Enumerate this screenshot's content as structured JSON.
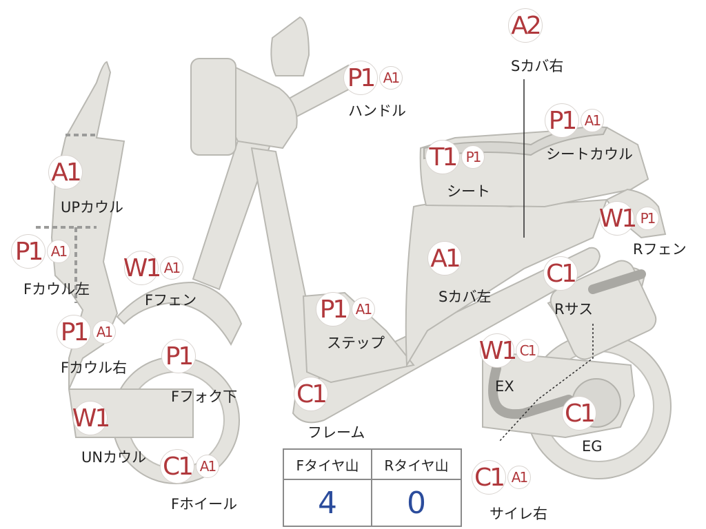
{
  "parts": [
    {
      "id": "a2-sukaba-migi",
      "codes": [
        "A2"
      ],
      "label": "Sカバ右"
    },
    {
      "id": "handle",
      "codes": [
        "P1",
        "A1"
      ],
      "label": "ハンドル"
    },
    {
      "id": "seat-cowl",
      "codes": [
        "P1",
        "A1"
      ],
      "label": "シートカウル"
    },
    {
      "id": "seat",
      "codes": [
        "T1",
        "P1"
      ],
      "label": "シート"
    },
    {
      "id": "up-cowl",
      "codes": [
        "A1"
      ],
      "label": "UPカウル"
    },
    {
      "id": "r-fender",
      "codes": [
        "W1",
        "P1"
      ],
      "label": "Rフェン"
    },
    {
      "id": "f-cowl-left",
      "codes": [
        "P1",
        "A1"
      ],
      "label": "Fカウル左"
    },
    {
      "id": "f-fender",
      "codes": [
        "W1",
        "A1"
      ],
      "label": "Fフェン"
    },
    {
      "id": "s-cover-left",
      "codes": [
        "A1"
      ],
      "label": "Sカバ左"
    },
    {
      "id": "r-sus",
      "codes": [
        "C1"
      ],
      "label": "Rサス"
    },
    {
      "id": "step",
      "codes": [
        "P1",
        "A1"
      ],
      "label": "ステップ"
    },
    {
      "id": "f-cowl-right",
      "codes": [
        "P1",
        "A1"
      ],
      "label": "Fカウル右"
    },
    {
      "id": "f-fork-lower",
      "codes": [
        "P1"
      ],
      "label": "Fフォク下"
    },
    {
      "id": "ex",
      "codes": [
        "W1",
        "C1"
      ],
      "label": "EX"
    },
    {
      "id": "frame",
      "codes": [
        "C1"
      ],
      "label": "フレーム"
    },
    {
      "id": "eg",
      "codes": [
        "C1"
      ],
      "label": "EG"
    },
    {
      "id": "un-cowl",
      "codes": [
        "W1"
      ],
      "label": "UNカウル"
    },
    {
      "id": "f-wheel",
      "codes": [
        "C1",
        "A1"
      ],
      "label": "Fホイール"
    },
    {
      "id": "silencer-right",
      "codes": [
        "C1",
        "A1"
      ],
      "label": "サイレ右"
    }
  ],
  "tire_table": {
    "front_header": "Fタイヤ山",
    "rear_header": "Rタイヤ山",
    "front_value": "4",
    "rear_value": "0",
    "value_color": "#2b4c9c"
  },
  "colors": {
    "code_text": "#b0383c",
    "part_fill": "#e4e3de",
    "label_text": "#222222"
  }
}
